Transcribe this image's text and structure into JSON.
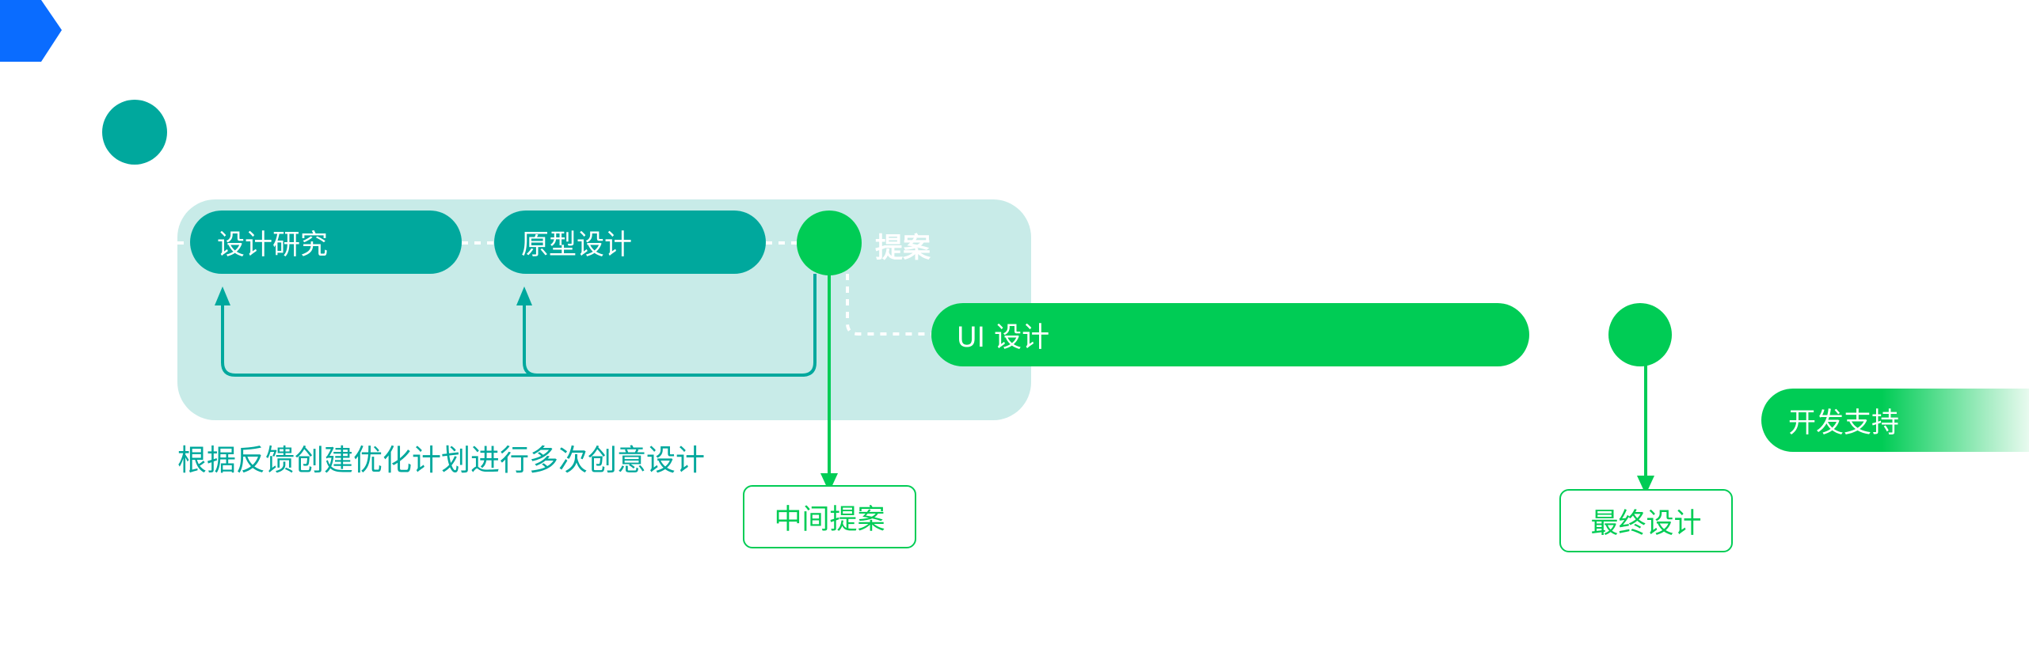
{
  "nodes": {
    "research": "设计研究",
    "prototype": "原型设计",
    "proposal": "提案",
    "ui_design": "UI 设计",
    "dev_support": "开发支持"
  },
  "outputs": {
    "intermediate": "中间提案",
    "final": "最终设计"
  },
  "feedback_note": "根据反馈创建优化计划进行多次创意设计",
  "colors": {
    "teal": "#00a89d",
    "green": "#00cc55",
    "panel": "#c8ebe8",
    "blue": "#0a6cff"
  }
}
